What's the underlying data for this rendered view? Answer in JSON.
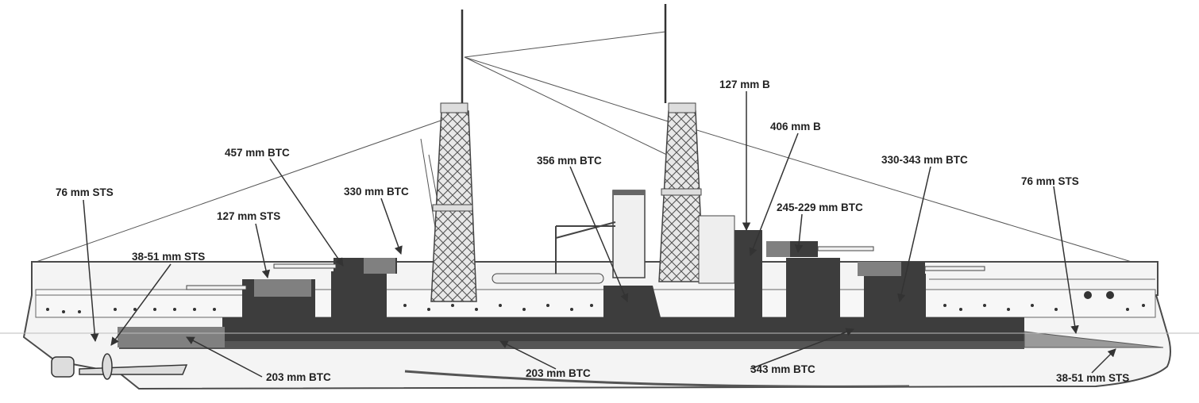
{
  "colors": {
    "armor_dark": "#3d3d3d",
    "armor_mid": "#808080",
    "hull_line": "#4a4a4a",
    "deck_light": "#f2f2f2",
    "lattice": "#555555"
  },
  "labels": {
    "bow_upper_belt": "76 mm STS",
    "bow_lower_belt": "38-51 mm STS",
    "casemate": "127 mm STS",
    "conning_tower": "457 mm BTC",
    "turret1_face": "330 mm BTC",
    "barbette_mid": "356 mm BTC",
    "bridge": "127 mm B",
    "funnel_uptake": "406 mm B",
    "turret3": "245-229 mm BTC",
    "turret4": "330-343 mm BTC",
    "stern_upper_belt": "76 mm STS",
    "belt_fore": "203 mm BTC",
    "belt_mid": "203 mm BTC",
    "belt_aft": "343 mm BTC",
    "stern_lower_belt": "38-51 mm STS"
  }
}
